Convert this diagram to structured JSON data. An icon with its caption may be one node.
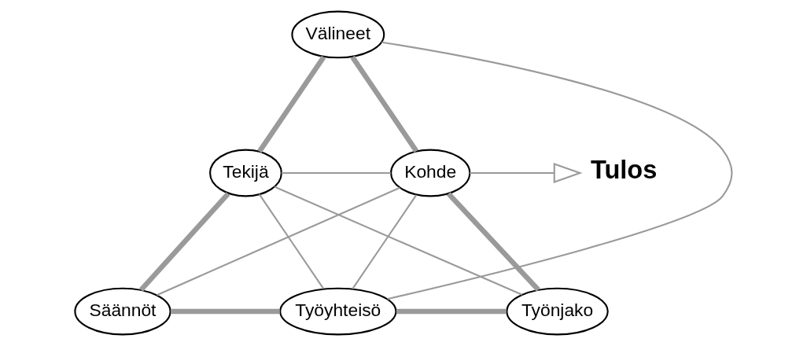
{
  "diagram": {
    "nodes": [
      {
        "text": [
          "Välineet"
        ]
      },
      {
        "text": [
          "Tekijä"
        ]
      },
      {
        "text": [
          "Kohde"
        ]
      },
      {
        "text": [
          "Tulos"
        ]
      },
      {
        "text": [
          "Säännöt"
        ]
      },
      {
        "text": [
          "Työnjako"
        ]
      },
      {
        "text": [
          "Työyhteisö"
        ]
      }
    ],
    "edges": [
      {
        "from": 0,
        "to": 1,
        "arrow": "none",
        "style": "thick"
      },
      {
        "from": 0,
        "to": 2,
        "arrow": "none",
        "style": "thick"
      },
      {
        "from": 0,
        "to": 6,
        "arrow": "none"
      },
      {
        "from": 1,
        "to": 4,
        "arrow": "none",
        "style": "thick"
      },
      {
        "from": 2,
        "to": 5,
        "arrow": "none",
        "style": "thick"
      },
      {
        "from": 4,
        "to": 6,
        "arrow": "none",
        "style": "thick"
      },
      {
        "from": 6,
        "to": 5,
        "arrow": "none",
        "style": "thick"
      },
      {
        "from": 1,
        "to": 2,
        "arrow": "none"
      },
      {
        "from": 1,
        "to": 6,
        "arrow": "none"
      },
      {
        "from": 2,
        "to": 6,
        "arrow": "none"
      },
      {
        "from": 1,
        "to": 5,
        "arrow": "none"
      },
      {
        "from": 2,
        "to": 4,
        "arrow": "none"
      },
      {
        "from": 2,
        "to": 3,
        "arrow": "to"
      }
    ]
  }
}
